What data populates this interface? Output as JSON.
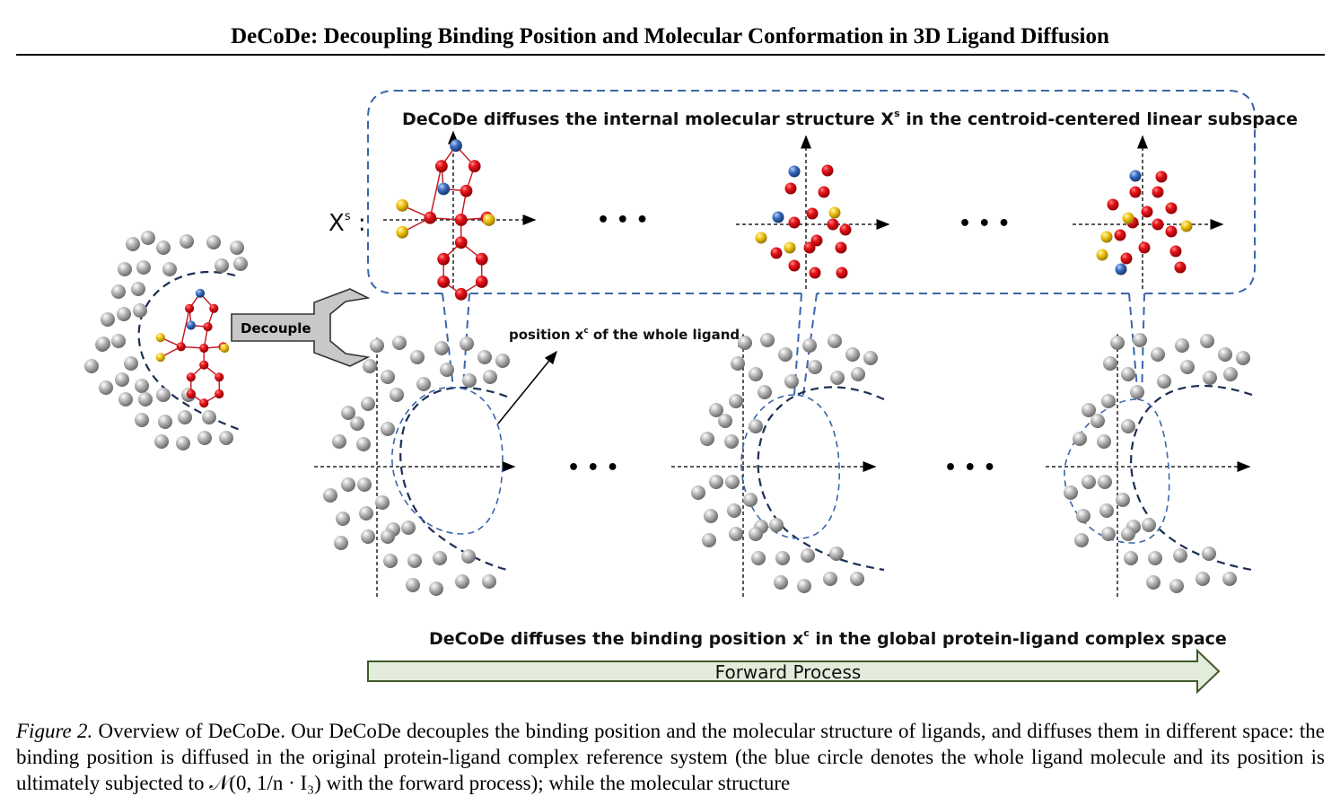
{
  "header": {
    "title": "DeCoDe: Decoupling Binding Position and Molecular Conformation in 3D Ligand Diffusion"
  },
  "figure": {
    "top_label": "DeCoDe diffuses the internal molecular structure X",
    "top_label_sup": "s",
    "top_label_rest": " in the centroid-centered linear subspace",
    "xs_label": "X",
    "xs_sup": "s",
    "xs_colon": " :",
    "decouple_label": "Decouple",
    "position_label": "position x",
    "position_sup": "c",
    "position_rest": " of the whole ligand",
    "bottom_label": "DeCoDe diffuses the binding position x",
    "bottom_sup": "c",
    "bottom_rest": " in the global protein-ligand complex space",
    "forward_label": "Forward Process",
    "ellipsis": "• • •",
    "colors": {
      "ligand_red": "#e8141b",
      "ligand_blue": "#3a6fc4",
      "ligand_yellow": "#f2c40f",
      "protein_gray": "#a8a8a8",
      "dashed_blue": "#3b66a8",
      "dashed_navy": "#1c2e55",
      "arrow_fill": "#e3ecdb",
      "arrow_stroke": "#3e5a2a"
    }
  },
  "caption": {
    "label": "Figure 2.",
    "text": " Overview of DeCoDe. Our DeCoDe decouples the binding position and the molecular structure of ligands, and diffuses them in different space: the binding position is diffused in the original protein-ligand complex reference system (the blue circle denotes the whole ligand molecule and its position is ultimately subjected to 𝒩(0, 1/n · I₃) with the forward process); while the molecular structure"
  }
}
